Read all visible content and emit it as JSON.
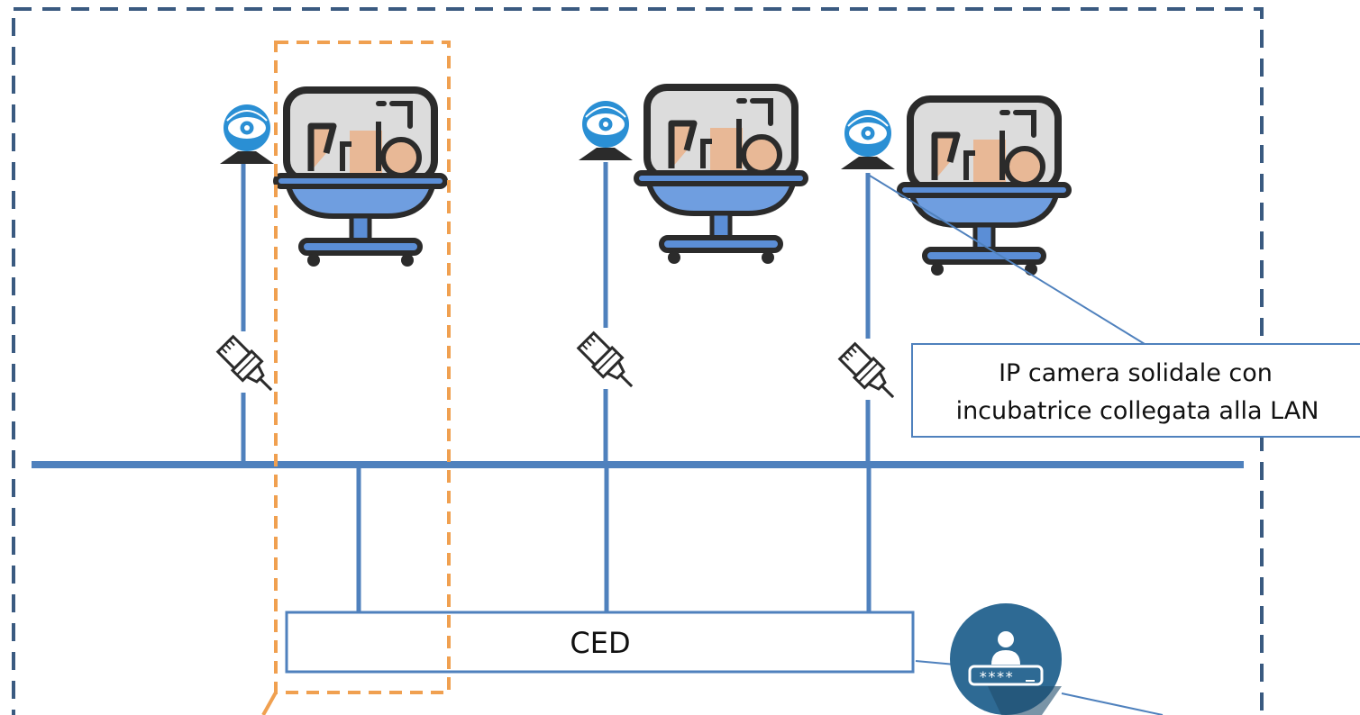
{
  "callout": {
    "line1": "IP camera solidale con",
    "line2": "incubatrice collegata alla LAN"
  },
  "ced_label": "CED",
  "colors": {
    "lan": "#4f81bd",
    "outer_border": "#3a5a80",
    "highlight_border": "#f0a050",
    "camera_blue": "#2a8fd4",
    "incubator_blue": "#5b8ed6",
    "baby_skin": "#e8b896",
    "hood_fill": "#dcdcdc",
    "dark": "#2b2b2b",
    "user_badge": "#2e6a94"
  },
  "icons": {
    "camera": "ip-camera-icon",
    "incubator": "incubator-icon",
    "connector": "ethernet-connector-icon",
    "user": "user-password-icon"
  }
}
